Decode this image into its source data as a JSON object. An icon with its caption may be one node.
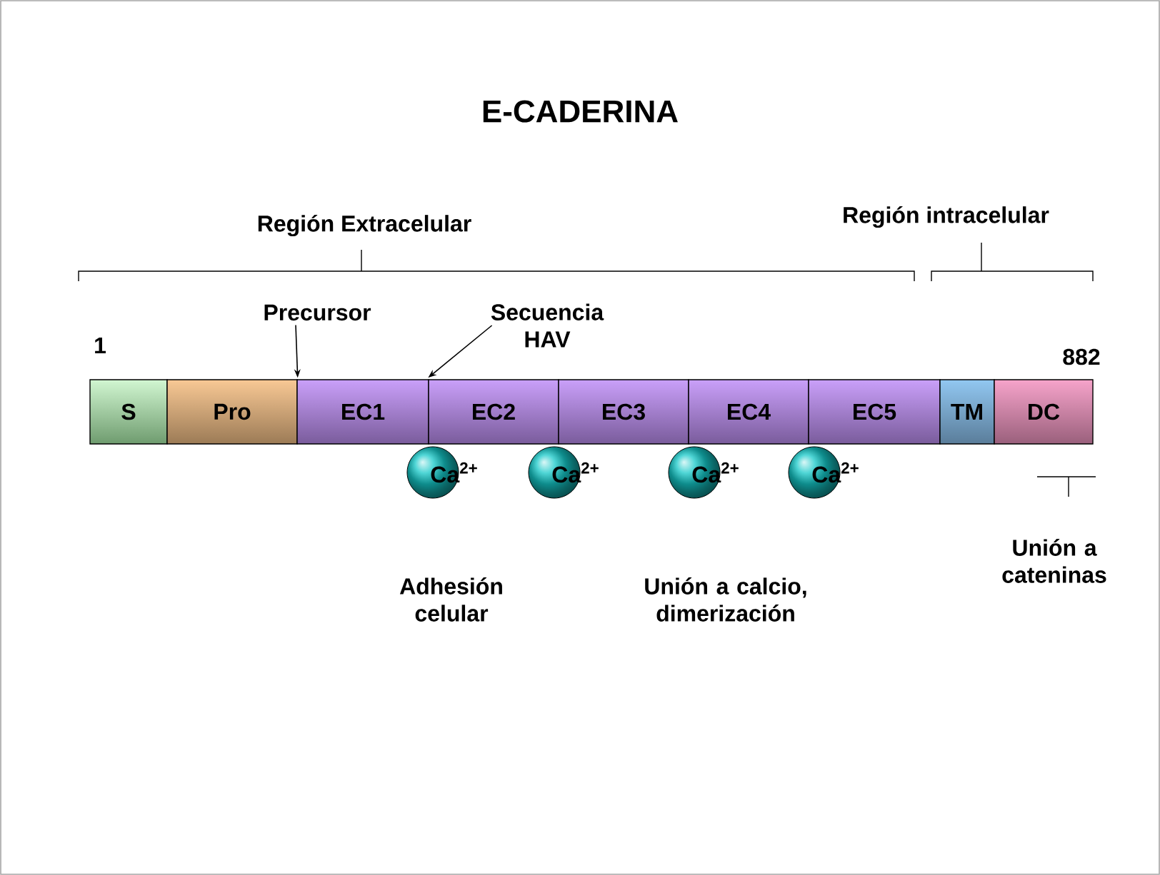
{
  "diagram": {
    "title": "E-CADERINA",
    "nodes": [
      {
        "text": [
          "Precursor"
        ]
      },
      {
        "text": [
          "Secuencia HAV"
        ]
      },
      {
        "text": [
          "S"
        ],
        "beside": [
          "1"
        ]
      },
      {
        "text": [
          "Pro"
        ]
      },
      {
        "text": [
          "EC1"
        ]
      },
      {
        "text": [
          "EC2"
        ]
      },
      {
        "text": [
          "EC3"
        ]
      },
      {
        "text": [
          "EC4"
        ]
      },
      {
        "text": [
          "EC5"
        ]
      },
      {
        "text": [
          "TM"
        ]
      },
      {
        "text": [
          "DC"
        ],
        "beside": [
          "882"
        ]
      },
      {
        "text": [
          "Ca$^{2+}$"
        ]
      },
      {
        "text": [
          "Ca$^{2+}$"
        ]
      },
      {
        "text": [
          "Ca$^{2+}$"
        ]
      },
      {
        "text": [
          "Ca$^{2+}$"
        ]
      }
    ],
    "edges": [
      {
        "from": 0,
        "to": 3,
        "arrow": "to"
      },
      {
        "from": 1,
        "to": 5,
        "arrow": "to"
      }
    ],
    "labels": [
      "Región Extracelular",
      "Región intracelular",
      "Unión a cateninas",
      "Adhesión celular",
      "Unión a calcio, dimerización"
    ]
  }
}
